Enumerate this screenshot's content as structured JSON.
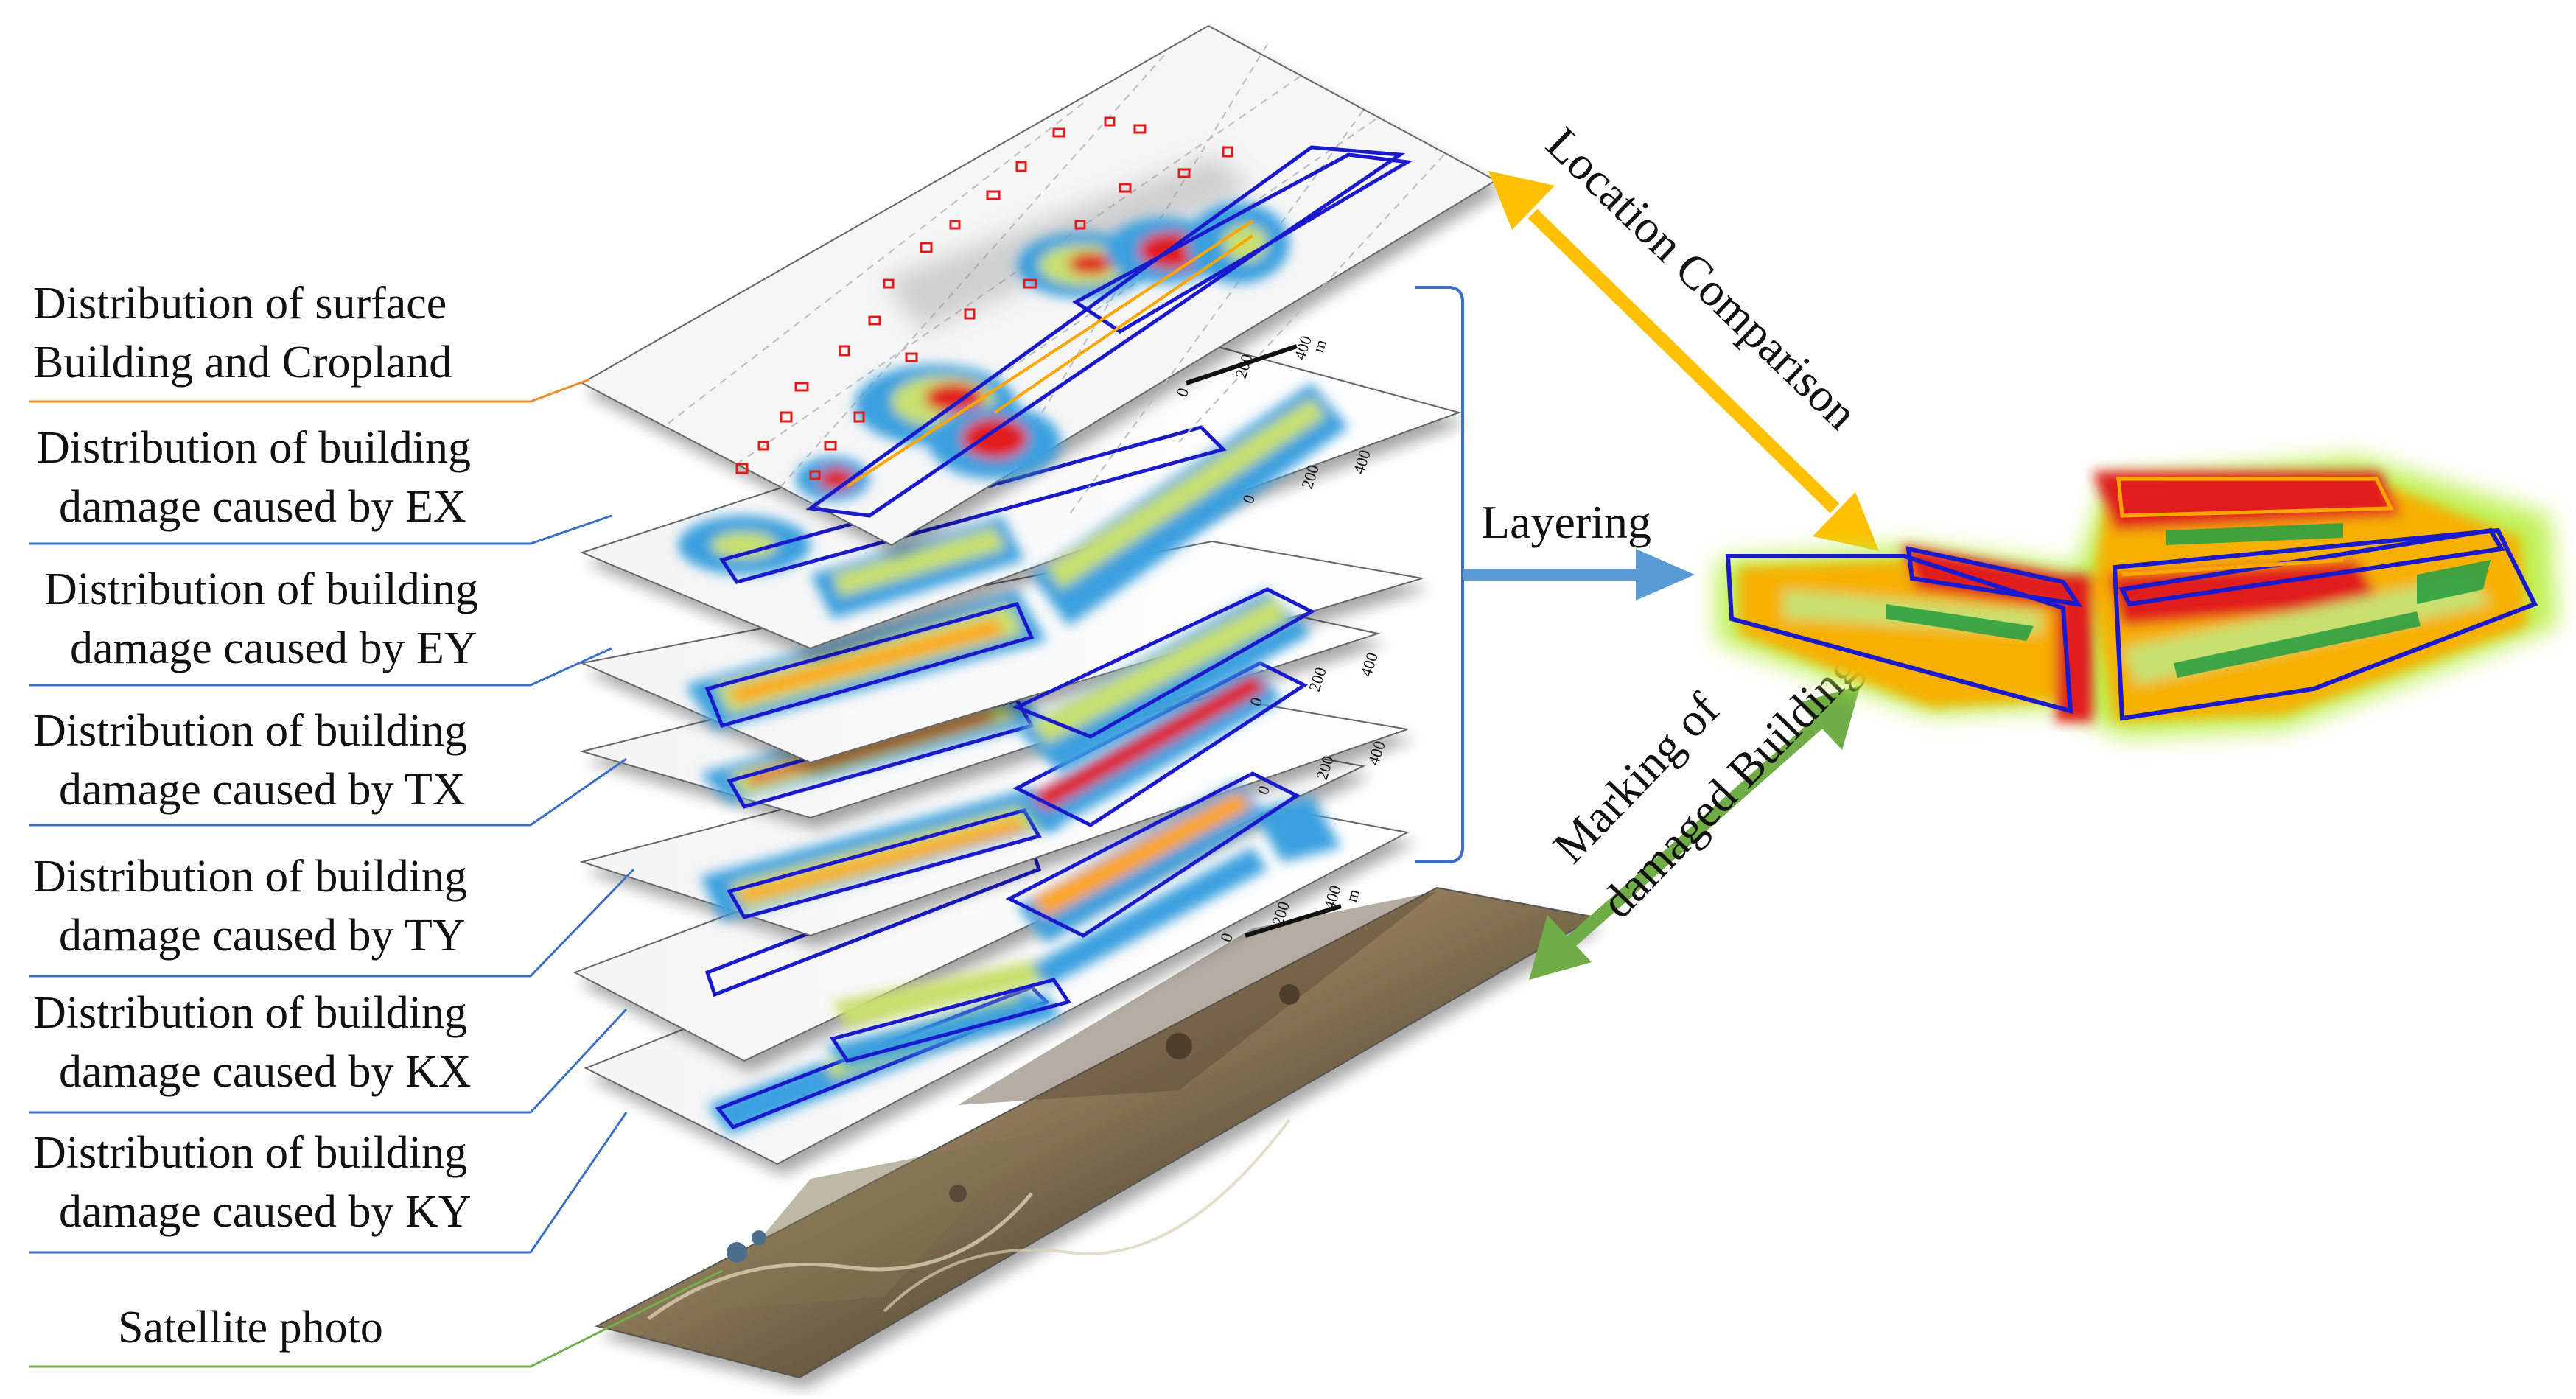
{
  "labels": {
    "surface": [
      "Distribution of surface",
      "Building and Cropland"
    ],
    "ex": [
      "Distribution of building",
      "damage caused by EX"
    ],
    "ey": [
      "Distribution of building",
      "damage caused by EY"
    ],
    "tx": [
      "Distribution of building",
      "damage caused by TX"
    ],
    "ty": [
      "Distribution of building",
      "damage caused by TY"
    ],
    "kx": [
      "Distribution of building",
      "damage caused by KX"
    ],
    "ky": [
      "Distribution of building",
      "damage caused by KY"
    ],
    "satellite": [
      "Satellite photo"
    ]
  },
  "arrows": {
    "location": "Location Comparison",
    "layering": "Layering",
    "marking_1": "Marking of",
    "marking_2": "damaged Building"
  },
  "scale_bar": {
    "tick_0": "0",
    "tick_200": "200",
    "tick_400": "400",
    "unit": "m"
  },
  "colors": {
    "surface_leader": "#f08c2c",
    "damage_leader": "#3a6fc4",
    "satellite_leader": "#6fb04a",
    "location_arrow": "#ffc000",
    "layering_arrow": "#5b9bd5",
    "marking_arrow": "#70ad47",
    "outline": "#1a1acc",
    "red": "#e11b1b",
    "orange": "#ffa500",
    "yellow_green": "#c8e06e",
    "light_blue": "#3aa0e0",
    "green": "#2ea043"
  }
}
